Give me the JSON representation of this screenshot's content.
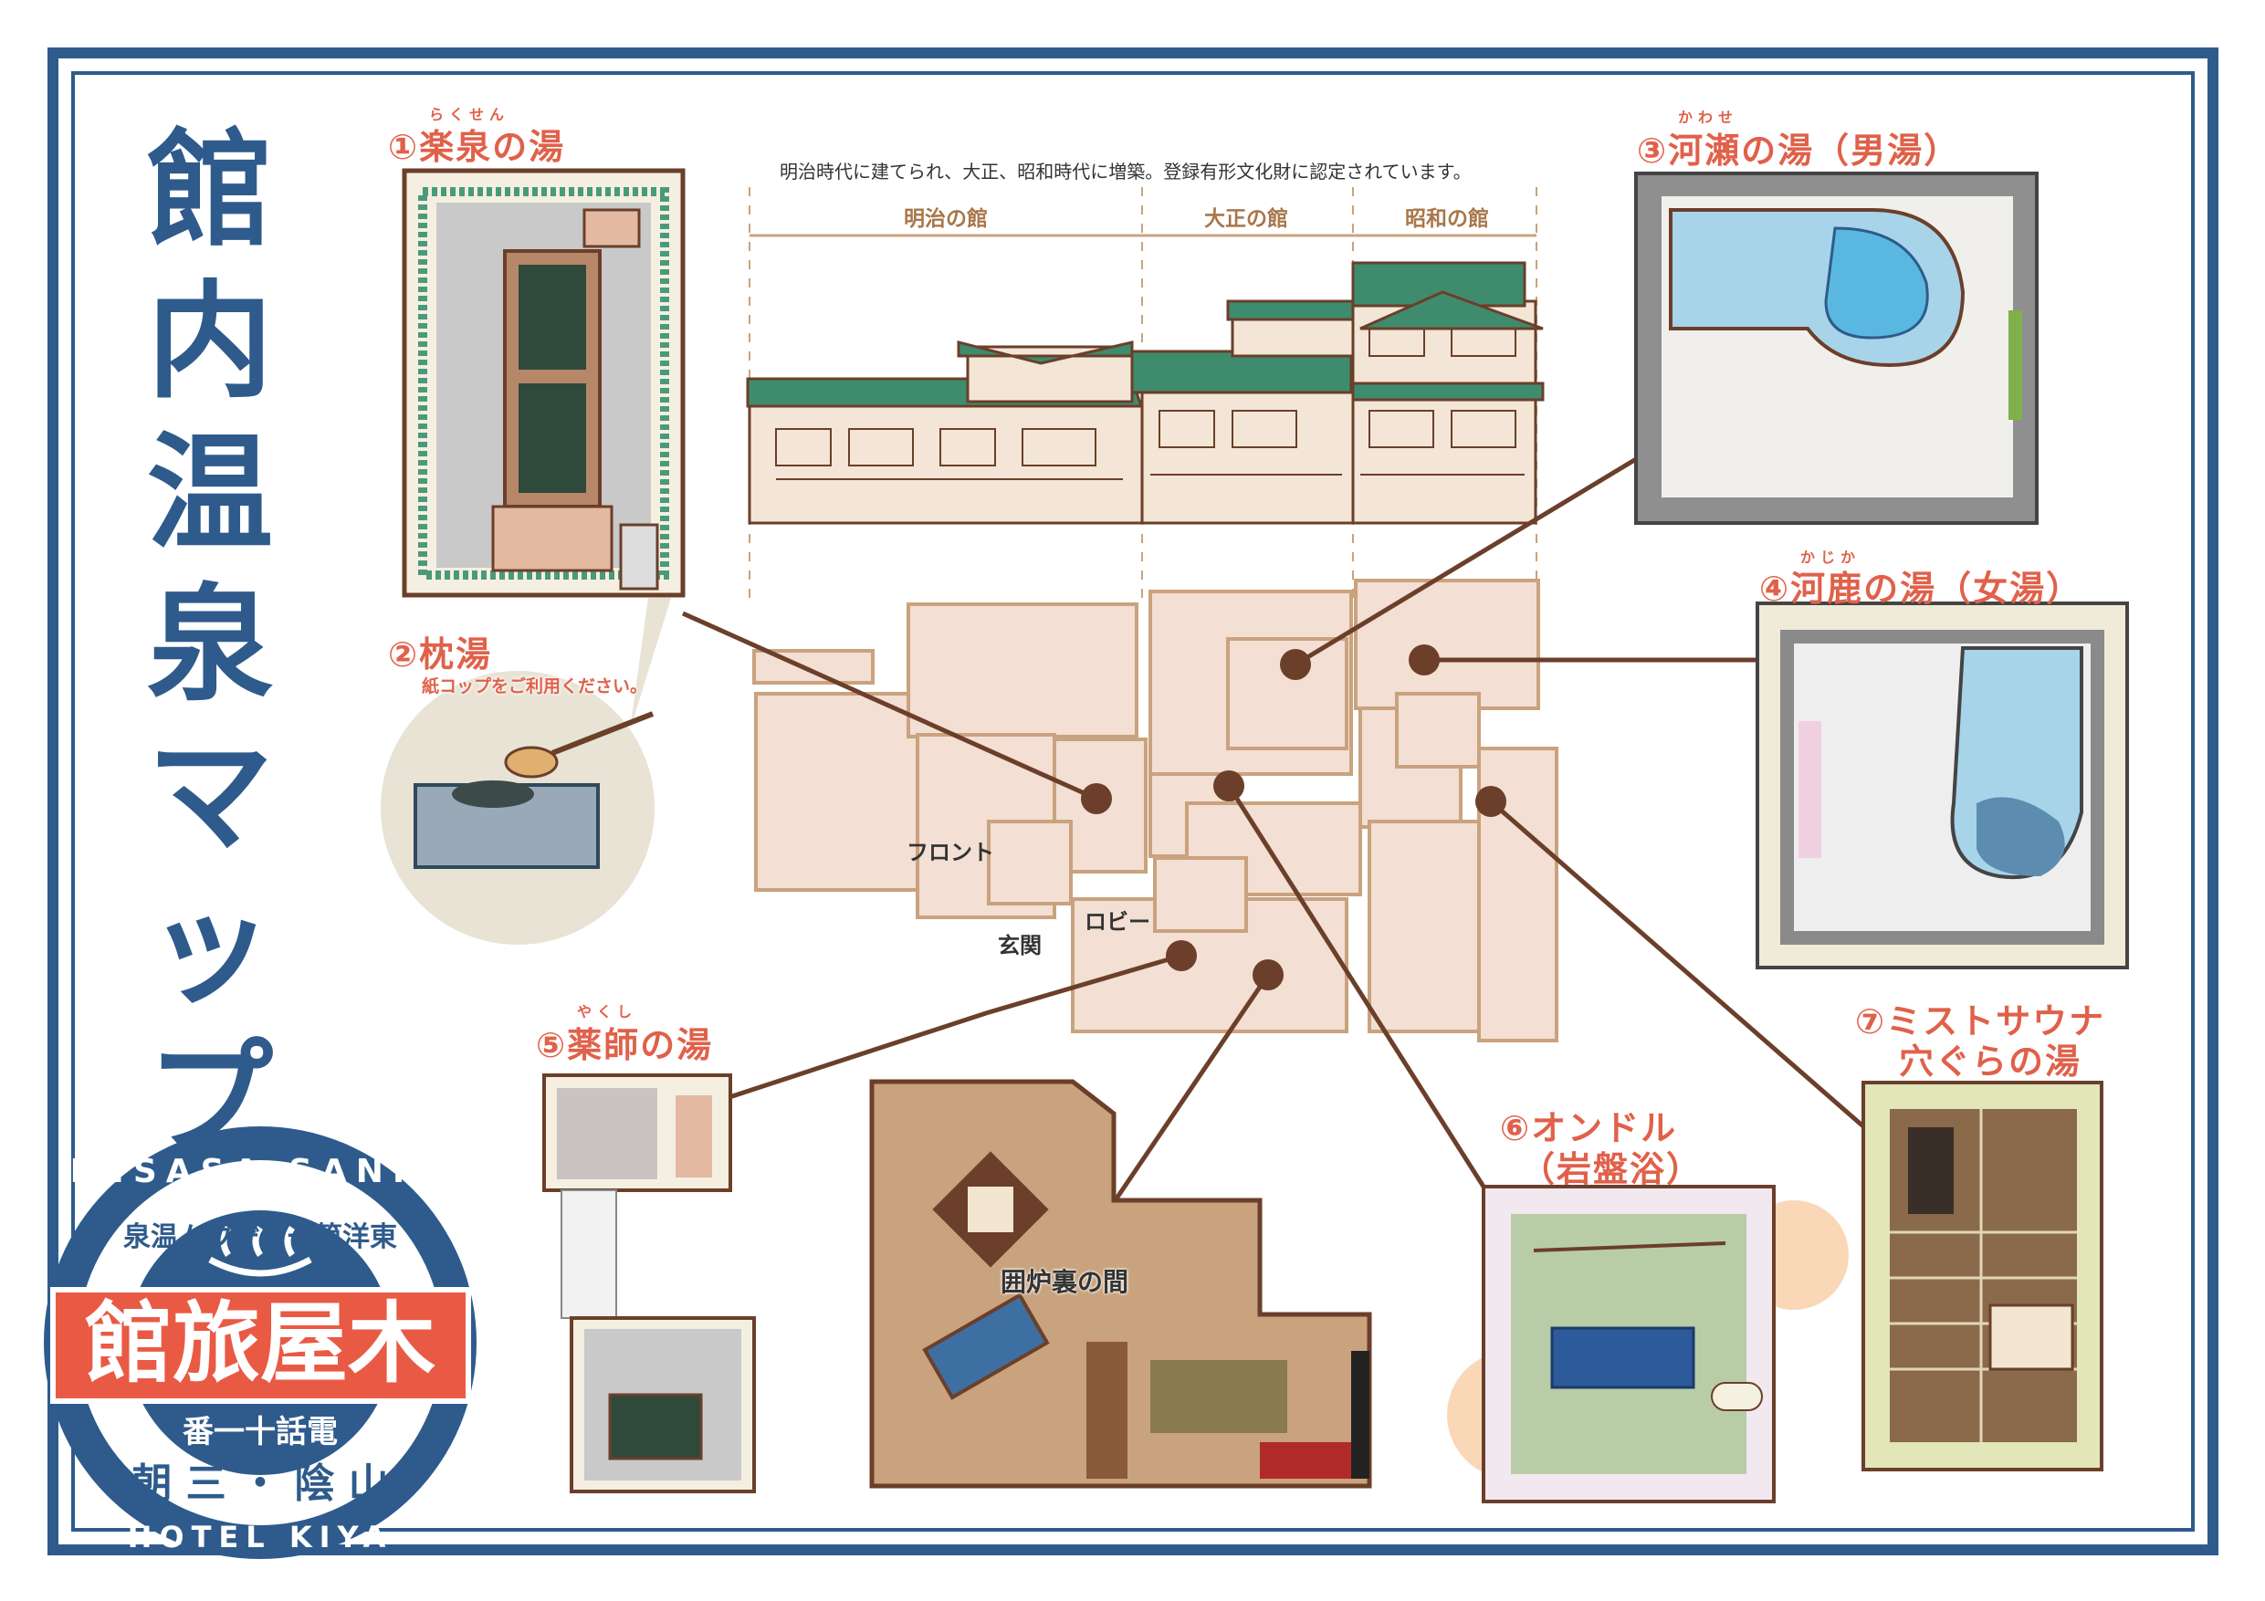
{
  "title": "館内温泉マップ",
  "title_chars": [
    "館",
    "内",
    "温",
    "泉",
    "マ",
    "ッ",
    "プ"
  ],
  "header_note": "明治時代に建てられ、大正、昭和時代に増築。登録有形文化財に認定されています。",
  "sections": [
    "明治の館",
    "大正の館",
    "昭和の館"
  ],
  "floor_labels": {
    "front": "フロント",
    "lobby": "ロビー",
    "entrance": "玄関"
  },
  "baths": [
    {
      "label": "①楽泉の湯",
      "ruby": "らくせん"
    },
    {
      "label": "②枕湯",
      "note": "紙コップをご利用ください。"
    },
    {
      "label": "③河瀬の湯（男湯）",
      "ruby": "かわせ"
    },
    {
      "label": "④河鹿の湯（女湯）",
      "ruby": "かじか"
    },
    {
      "label": "⑤薬師の湯",
      "ruby": "やくし"
    },
    {
      "label": "⑥オンドル",
      "sub": "（岩盤浴）"
    },
    {
      "label": "⑦ミストサウナ",
      "sub": "穴ぐらの湯"
    }
  ],
  "irori_room": "囲炉裏の間",
  "logo": {
    "top_arc": "MISASA SANIN",
    "inner_arc": "東洋第一ラヂウム温泉",
    "name": "木屋旅館",
    "phone": "電話十一番",
    "bottom_jp": "山陰・三朝",
    "bottom_arc": "HOTEL KIYA"
  },
  "colors": {
    "accent_red": "#e0614a",
    "brand_blue": "#2e5b8c",
    "line_brown": "#6b3f2a",
    "floor": "#f3dfd3"
  }
}
